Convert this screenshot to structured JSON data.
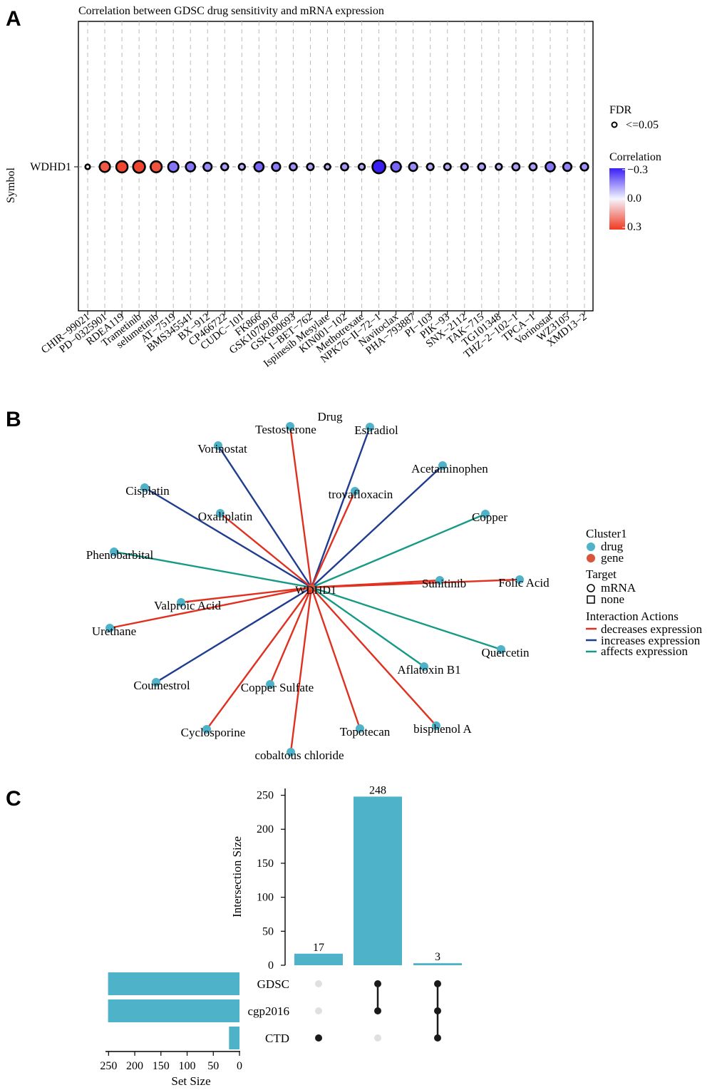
{
  "chart_data": [
    {
      "panel": "A",
      "type": "scatter",
      "title": "Correlation between GDSC drug sensitivity and mRNA expression",
      "ylabel": "Symbol",
      "y_categories": [
        "WDHD1"
      ],
      "x_categories": [
        "CHIR−99021",
        "PD−0325901",
        "RDEA119",
        "Trametinib",
        "selumetinib",
        "AT−7519",
        "BMS345541",
        "BX−912",
        "CP466722",
        "CUDC−101",
        "FK866",
        "GSK1070916",
        "GSK690693",
        "I−BET−762",
        "Ispinesib Mesylate",
        "KIN001−102",
        "Methotrexate",
        "NPK76−II−72−1",
        "Navitoclax",
        "PHA−793887",
        "PI−103",
        "PIK−93",
        "SNX−2112",
        "TAK−715",
        "TG101348",
        "THZ−2−102−1",
        "TPCA−1",
        "Vorinostat",
        "WZ3105",
        "XMD13−2"
      ],
      "correlation": [
        0.02,
        0.25,
        0.28,
        0.28,
        0.26,
        -0.18,
        -0.18,
        -0.15,
        -0.12,
        -0.1,
        -0.2,
        -0.17,
        -0.14,
        -0.12,
        -0.1,
        -0.13,
        -0.11,
        -0.3,
        -0.2,
        -0.15,
        -0.11,
        -0.11,
        -0.11,
        -0.12,
        -0.1,
        -0.12,
        -0.12,
        -0.18,
        -0.16,
        -0.14
      ],
      "fdr_neg_log10": [
        1.0,
        3.2,
        3.6,
        3.8,
        3.5,
        3.2,
        2.8,
        2.4,
        1.9,
        1.6,
        2.8,
        2.4,
        2.0,
        1.8,
        1.4,
        2.0,
        1.6,
        4.2,
        3.0,
        2.4,
        1.8,
        1.8,
        1.8,
        1.9,
        1.6,
        2.0,
        2.0,
        2.8,
        2.4,
        2.1
      ],
      "legend": {
        "fdr_title": "FDR",
        "fdr_item": "<=0.05",
        "color_title": "Correlation",
        "color_ticks": [
          "−0.3",
          "0.0",
          "0.3"
        ],
        "colors": {
          "neg": "#3a1ff5",
          "mid": "#f5f5ff",
          "pos": "#f03a20"
        }
      }
    },
    {
      "panel": "B",
      "type": "network",
      "title": "Drug",
      "center": "WDHD1",
      "nodes": [
        {
          "label": "Testosterone",
          "action": "decreases expression"
        },
        {
          "label": "Estradiol",
          "action": "increases expression"
        },
        {
          "label": "Vorinostat",
          "action": "increases expression"
        },
        {
          "label": "Acetaminophen",
          "action": "increases expression"
        },
        {
          "label": "trovafloxacin",
          "action": "decreases expression"
        },
        {
          "label": "Cisplatin",
          "action": "increases expression"
        },
        {
          "label": "Oxaliplatin",
          "action": "decreases expression"
        },
        {
          "label": "Copper",
          "action": "affects expression"
        },
        {
          "label": "Phenobarbital",
          "action": "affects expression"
        },
        {
          "label": "Sunitinib",
          "action": "decreases expression"
        },
        {
          "label": "Folic Acid",
          "action": "decreases expression"
        },
        {
          "label": "Valproic Acid",
          "action": "decreases expression"
        },
        {
          "label": "Urethane",
          "action": "decreases expression"
        },
        {
          "label": "Quercetin",
          "action": "affects expression"
        },
        {
          "label": "Aflatoxin B1",
          "action": "affects expression"
        },
        {
          "label": "Coumestrol",
          "action": "increases expression"
        },
        {
          "label": "Copper Sulfate",
          "action": "decreases expression"
        },
        {
          "label": "Cyclosporine",
          "action": "decreases expression"
        },
        {
          "label": "Topotecan",
          "action": "decreases expression"
        },
        {
          "label": "bisphenol A",
          "action": "decreases expression"
        },
        {
          "label": "cobaltous chloride",
          "action": "decreases expression"
        }
      ],
      "legend": {
        "cluster_title": "Cluster1",
        "cluster_items": [
          {
            "label": "drug",
            "color": "#4eb3c9"
          },
          {
            "label": "gene",
            "color": "#d9543a"
          }
        ],
        "target_title": "Target",
        "target_items": [
          "mRNA",
          "none"
        ],
        "action_title": "Interaction Actions",
        "action_items": [
          {
            "label": "decreases expression",
            "color": "#e03020"
          },
          {
            "label": "increases expression",
            "color": "#1f3c8f"
          },
          {
            "label": "affects expression",
            "color": "#169a86"
          }
        ]
      }
    },
    {
      "panel": "C",
      "type": "upset",
      "ylabel": "Intersection Size",
      "xlabel_sets": "Set Size",
      "sets": [
        "GDSC",
        "cgp2016",
        "CTD"
      ],
      "set_sizes": [
        251,
        251,
        20
      ],
      "intersections": [
        {
          "members": [
            "CTD"
          ],
          "size": 17
        },
        {
          "members": [
            "GDSC",
            "cgp2016"
          ],
          "size": 248
        },
        {
          "members": [
            "GDSC",
            "cgp2016",
            "CTD"
          ],
          "size": 3
        }
      ],
      "ylim": [
        0,
        260
      ],
      "yticks": [
        0,
        50,
        100,
        150,
        200,
        250
      ],
      "set_ticks": [
        250,
        200,
        150,
        100,
        50,
        0
      ],
      "color": "#4eb3c9"
    }
  ],
  "panel_labels": [
    "A",
    "B",
    "C"
  ]
}
